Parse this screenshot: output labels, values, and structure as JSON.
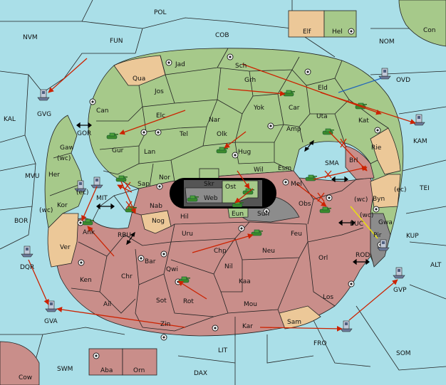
{
  "colors": {
    "sea": "#aadfe8",
    "power_green": "#a6c98a",
    "power_red": "#c98e8a",
    "neutral": "#ecc898",
    "impassable": "#8c8c8c",
    "order_arrow": "#cc2200",
    "support_blue": "#2266bb",
    "support_yellow": "#e8e010"
  },
  "labels": {
    "pol": "POL",
    "nvm": "NVM",
    "fun": "FUN",
    "cob": "COB",
    "nom": "NOM",
    "elf": "Elf",
    "hel": "Hel",
    "con": "Con",
    "ovd": "OVD",
    "kal": "KAL",
    "gvg": "GVG",
    "gor": "GOR",
    "mvu": "MVU",
    "bor": "BOR",
    "mit": "MIT",
    "rbu": "RBU",
    "dqr": "DQR",
    "gva": "GVA",
    "kam": "KAM",
    "tei": "TEI",
    "sma": "SMA",
    "buc": "BUC",
    "kup": "KUP",
    "alt": "ALT",
    "rod": "ROD",
    "gvp": "GVP",
    "fro": "FRO",
    "som": "SOM",
    "lit": "LIT",
    "dax": "DAX",
    "swm": "SWM",
    "cow": "Cow",
    "aba": "Aba",
    "orn": "Orn",
    "jad": "Jad",
    "sch": "Sch",
    "qua": "Qua",
    "jos": "Jos",
    "grh": "Grh",
    "eld": "Eld",
    "can": "Can",
    "elc": "Elc",
    "nar": "Nar",
    "yok": "Yok",
    "car": "Car",
    "uta": "Uta",
    "kat": "Kat",
    "tel": "Tel",
    "olk": "Olk",
    "amp": "Amp",
    "rie": "Rie",
    "gaw": "Gaw",
    "gur": "Gur",
    "lan": "Lan",
    "hug": "Hug",
    "brl": "Brl",
    "wc": "(wc)",
    "ec": "(ec)",
    "her": "Her",
    "nor": "Nor",
    "skr": "Skr",
    "wil": "Wil",
    "esm": "Esm",
    "kor": "Kor",
    "sap": "Sap",
    "web": "Web",
    "ost": "Ost",
    "mel": "Mel",
    "byn": "Byn",
    "nab": "Nab",
    "eun": "Eun",
    "sun": "Sun",
    "obs": "Obs",
    "gwa": "Gwa",
    "hil": "Hil",
    "nog": "Nog",
    "ver": "Ver",
    "ank": "Ank",
    "uru": "Uru",
    "feu": "Feu",
    "pir": "Pir",
    "chp": "Chp",
    "neu": "Neu",
    "bar": "Bar",
    "orl": "Orl",
    "qwi": "Qwi",
    "nil": "Nil",
    "ken": "Ken",
    "chr": "Chr",
    "kaa": "Kaa",
    "los": "Los",
    "ail": "Ail",
    "sot": "Sot",
    "rot": "Rot",
    "mou": "Mou",
    "zin": "Zin",
    "kar": "Kar",
    "sam": "Sam"
  }
}
